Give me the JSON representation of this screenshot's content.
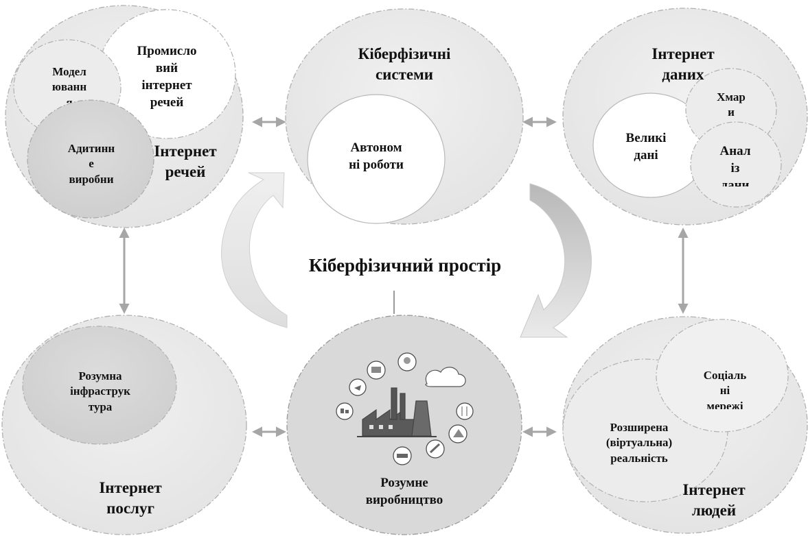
{
  "center_title": "Кіберфізичний простір",
  "top_left": {
    "main": "Інтернет\nречей",
    "iiot": "Промисло\nвий\nінтернет\nречей",
    "modeling": "Модел\nюванн\nя",
    "additive": "Адитинн\nе\nвиробни"
  },
  "top_center": {
    "main": "Кіберфізичні\nсистеми",
    "robots": "Автоном\nні роботи"
  },
  "top_right": {
    "main": "Інтернет\nданих",
    "bigdata": "Великі\nдані",
    "cloud": "Хмар\nи",
    "analysis": "Анал\nіз\nдани"
  },
  "bottom_left": {
    "main": "Інтернет\nпослуг",
    "infra": "Розумна\nінфраструк\nтура"
  },
  "bottom_center": {
    "main": "Розумне\nвиробництво",
    "factory_icon": "factory-icon"
  },
  "bottom_right": {
    "main": "Інтернет\nлюдей",
    "social": "Соціаль\nні\nмережі",
    "ar": "Розширена\n(віртуальна)\nреальність"
  },
  "colors": {
    "outer_fill": "#ebebeb",
    "inner_fill": "#e3e3e3",
    "white_fill": "#ffffff",
    "dashed_stroke": "#b0b0b0",
    "arrow": "#a6a6a6",
    "big_arrow_fill": "#d6d6d6"
  }
}
